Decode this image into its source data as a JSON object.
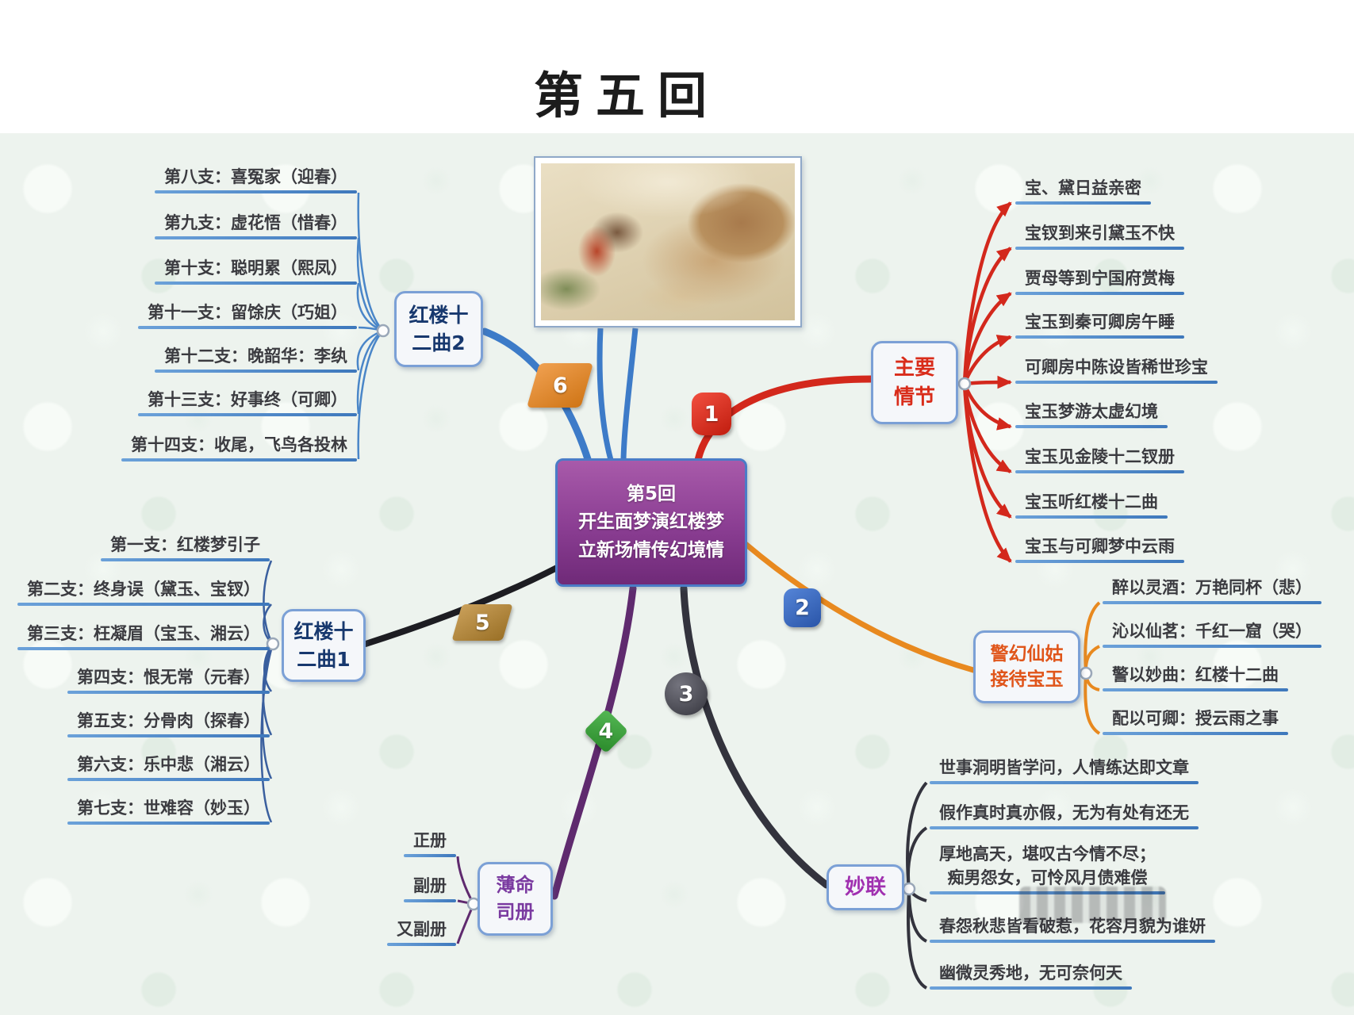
{
  "title": "第五回",
  "center_node": {
    "line1": "第5回",
    "line2": "开生面梦演红楼梦",
    "line3": "立新场情传幻境情"
  },
  "markers": {
    "m1": "1",
    "m2": "2",
    "m3": "3",
    "m4": "4",
    "m5": "5",
    "m6": "6"
  },
  "branches": {
    "main_plot": {
      "label_line1": "主要",
      "label_line2": "情节",
      "items": [
        "宝、黛日益亲密",
        "宝钗到来引黛玉不快",
        "贾母等到宁国府赏梅",
        "宝玉到秦可卿房午睡",
        "可卿房中陈设皆稀世珍宝",
        "宝玉梦游太虚幻境",
        "宝玉见金陵十二钗册",
        "宝玉听红楼十二曲",
        "宝玉与可卿梦中云雨"
      ]
    },
    "jinghuan": {
      "label_line1": "警幻仙姑",
      "label_line2": "接待宝玉",
      "items": [
        "醉以灵酒：万艳同杯（悲）",
        "沁以仙茗：千红一窟（哭）",
        "警以妙曲：红楼十二曲",
        "配以可卿：授云雨之事"
      ]
    },
    "miaolian": {
      "label": "妙联",
      "items": [
        "世事洞明皆学问，人情练达即文章",
        "假作真时真亦假，无为有处有还无",
        {
          "line1": "厚地高天，堪叹古今情不尽；",
          "line2": "痴男怨女，可怜风月债难偿"
        },
        "春怨秋悲皆看破惹，花容月貌为谁妍",
        "幽微灵秀地，无可奈何天"
      ]
    },
    "boming": {
      "label_line1": "薄命",
      "label_line2": "司册",
      "items": [
        "正册",
        "副册",
        "又副册"
      ]
    },
    "qu1": {
      "label_line1": "红楼十",
      "label_line2": "二曲1",
      "items": [
        "第一支：红楼梦引子",
        "第二支：终身误（黛玉、宝钗）",
        "第三支：枉凝眉（宝玉、湘云）",
        "第四支：恨无常（元春）",
        "第五支：分骨肉（探春）",
        "第六支：乐中悲（湘云）",
        "第七支：世难容（妙玉）"
      ]
    },
    "qu2": {
      "label_line1": "红楼十",
      "label_line2": "二曲2",
      "items": [
        "第八支：喜冤家（迎春）",
        "第九支：虚花悟（惜春）",
        "第十支：聪明累（熙凤）",
        "第十一支：留馀庆（巧姐）",
        "第十二支：晚韶华：李纨",
        "第十三支：好事终（可卿）",
        "第十四支：收尾，飞鸟各投林"
      ]
    }
  },
  "colors": {
    "branch_main": "#d3281c",
    "branch_jinghuan": "#e8891f",
    "branch_miaolian": "#33333d",
    "branch_boming": "#5f2a6e",
    "branch_qu1": "#1d1d22",
    "branch_qu2": "#3d7bc8",
    "underline": "#4a86c8",
    "center_fill": "#8a3d92",
    "node_border": "#7ba0d6",
    "marker1": "#d93020",
    "marker2": "#3f6fc9",
    "marker3": "#4a4a52",
    "marker4": "#3fa53f",
    "marker5": "#b8863f",
    "marker6": "#e08a3a",
    "label_main": "#d92c1a",
    "label_jinghuan": "#e0551a",
    "label_miaolian": "#a030b0",
    "label_boming": "#7a3aa0",
    "label_qu": "#17386e"
  }
}
